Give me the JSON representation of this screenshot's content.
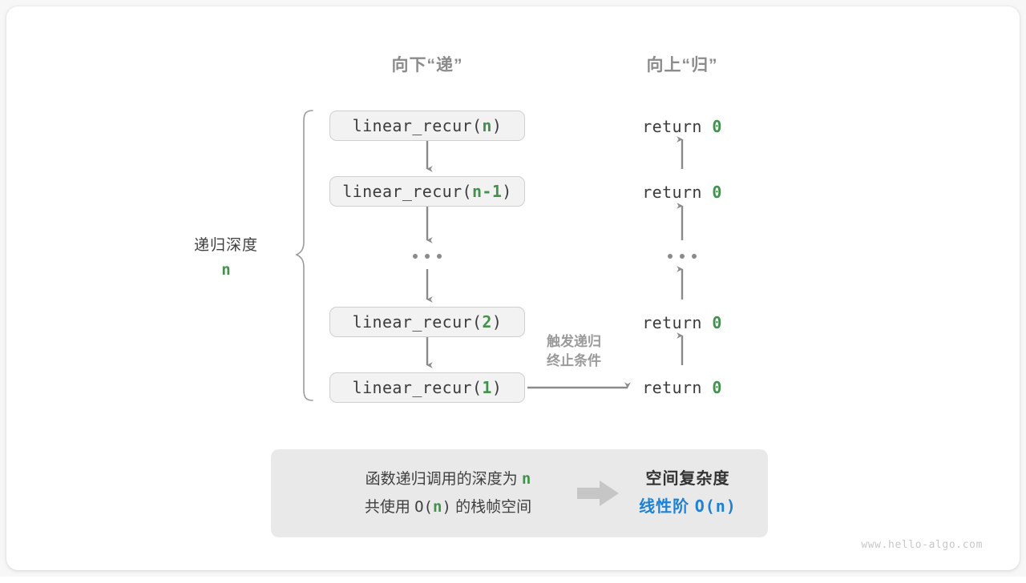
{
  "diagram": {
    "headers": {
      "down": "向下“递”",
      "up": "向上“归”"
    },
    "depth": {
      "label": "递归深度",
      "value": "n"
    },
    "calls": [
      {
        "name": "linear_recur(",
        "arg": "n",
        "close": ")"
      },
      {
        "name": "linear_recur(",
        "arg": "n-1",
        "close": ")"
      },
      {
        "name": "linear_recur(",
        "arg": "2",
        "close": ")"
      },
      {
        "name": "linear_recur(",
        "arg": "1",
        "close": ")"
      }
    ],
    "returns": [
      {
        "text": "return ",
        "value": "0"
      },
      {
        "text": "return ",
        "value": "0"
      },
      {
        "text": "return ",
        "value": "0"
      },
      {
        "text": "return ",
        "value": "0"
      }
    ],
    "terminate_note": {
      "line1": "触发递归",
      "line2": "终止条件"
    },
    "summary": {
      "left_line1_prefix": "函数递归调用的深度为 ",
      "left_line1_var": "n",
      "left_line2_prefix": "共使用 ",
      "left_line2_open": "O(",
      "left_line2_var": "n",
      "left_line2_close": ")",
      "left_line2_suffix": " 的栈帧空间",
      "arrow_icon": "arrow-right-icon",
      "right_title": "空间复杂度",
      "right_value_label": "线性阶 ",
      "right_value_mono": "O(n)"
    },
    "watermark": "www.hello-algo.com",
    "colors": {
      "accent_green": "#44914f",
      "accent_blue": "#1e81d4",
      "line_gray": "#8a8a8a",
      "box_fill": "#f2f2f2",
      "box_border": "#cfcfcf",
      "panel_fill": "#e9e9e9",
      "text_dark": "#3c3c3c",
      "header_gray": "#8b8b8b"
    }
  }
}
